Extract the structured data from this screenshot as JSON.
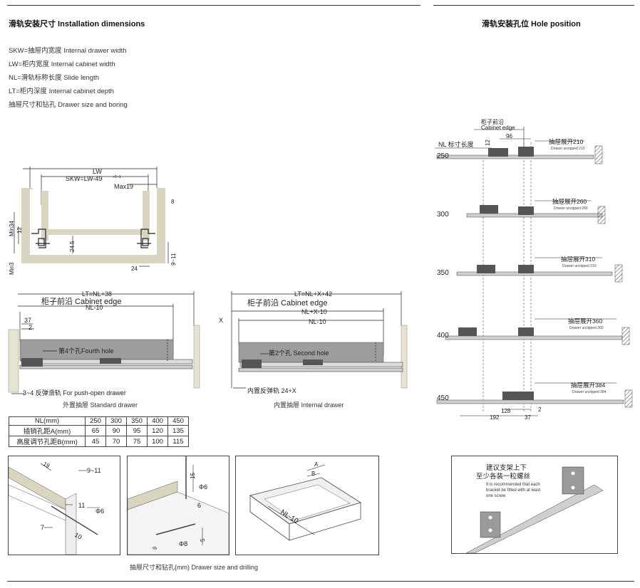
{
  "left_title": "滑轨安装尺寸 Installation dimensions",
  "right_title": "滑轨安装孔位 Hole position",
  "definitions": [
    "SKW=抽屉内宽度  Internal drawer width",
    "LW=柜内宽度  Internal cabinet width",
    "NL=滑轨标称长度  Slide length",
    "LT=柜内深度  Internal cabinet depth",
    "抽屉尺寸和钻孔  Drawer size and boring"
  ],
  "front_view": {
    "lw": "LW",
    "skw": "SKW=LW-49",
    "skw_tol": "+0 -1",
    "max19": "Max19",
    "d8": "8",
    "min34": "Min34",
    "d12": "12",
    "d245": "24.5",
    "min3": "Min3",
    "d9_11": "9~11",
    "d24": "24"
  },
  "standard_drawer": {
    "lt": "LT=NL+38",
    "cabinet_edge": "柜子前沿 Cabinet edge",
    "nl10": "NL-10",
    "d37": "37",
    "d2": "2",
    "hole": "第4个孔Fourth hole",
    "push": "3~4  反弹滑轨 For push-open drawer",
    "caption": "外置抽屉 Standard drawer"
  },
  "internal_drawer": {
    "lt": "LT=NL+X+42",
    "cabinet_edge": "柜子前沿 Cabinet edge",
    "x": "X",
    "nlx10": "NL+X-10",
    "nl10": "NL-10",
    "hole": "第2个孔 Second hole",
    "push": "内置反弹轨 24+X",
    "caption": "内置抽屉 Internal drawer"
  },
  "table": {
    "rows": [
      [
        "NL(mm)",
        "250",
        "300",
        "350",
        "400",
        "450"
      ],
      [
        "插销孔距A(mm)",
        "65",
        "90",
        "95",
        "120",
        "135"
      ],
      [
        "高度调节孔距B(mm)",
        "45",
        "70",
        "75",
        "100",
        "115"
      ]
    ]
  },
  "drilling": {
    "d19": "19",
    "d9_11": "9~11",
    "d11": "11",
    "phi6a": "Φ6",
    "d7": "7",
    "d10": "10",
    "d15": "15",
    "phi6b": "Φ6",
    "d6": "6",
    "d9": "9",
    "phi8": "Φ8",
    "d5": "5",
    "a": "A",
    "b": "B",
    "nl10": "NL-10",
    "caption": "抽屉尺寸和钻孔(mm)  Drawer size and drilling"
  },
  "hole_position": {
    "cabinet_edge_cn": "柜子前沿",
    "cabinet_edge_en": "Cabinet edge",
    "nl_label": "NL 标寸长度",
    "d12": "12",
    "d96": "96",
    "rows": [
      {
        "nl": "250",
        "cn": "抽屉展开210",
        "en": "Drawer unzipped 210"
      },
      {
        "nl": "300",
        "cn": "抽屉展开260",
        "en": "Drawer unzipped 260"
      },
      {
        "nl": "350",
        "cn": "抽屉展开310",
        "en": "Drawer unzipped 310"
      },
      {
        "nl": "400",
        "cn": "抽屉展开360",
        "en": "Drawer unzipped 360"
      },
      {
        "nl": "450",
        "cn": "抽屉展开384",
        "en": "Drawer unzipped 384"
      }
    ],
    "d128": "128",
    "d2": "2",
    "d192": "192",
    "d37": "37"
  },
  "recommendation": {
    "cn1": "建议支架上下",
    "cn2": "至少各装一粒螺丝",
    "en1": "It is recommended that each",
    "en2": "bracket be fitted with at least",
    "en3": "one screw"
  }
}
